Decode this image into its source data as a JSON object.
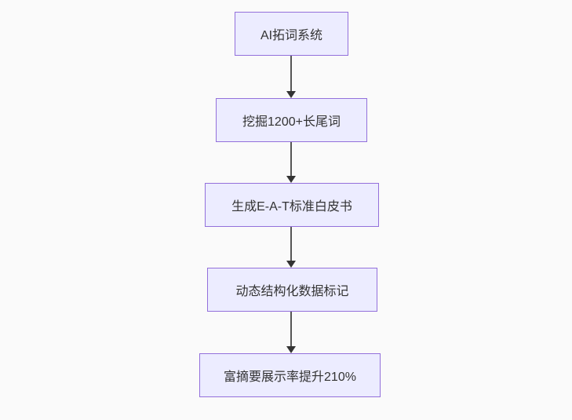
{
  "flowchart": {
    "type": "vertical-flow",
    "nodes": [
      {
        "label": "AI拓词系统"
      },
      {
        "label": "挖掘1200+长尾词"
      },
      {
        "label": "生成E-A-T标准白皮书"
      },
      {
        "label": "动态结构化数据标记"
      },
      {
        "label": "富摘要展示率提升210%"
      }
    ],
    "edges": [
      {
        "from": 0,
        "to": 1
      },
      {
        "from": 1,
        "to": 2
      },
      {
        "from": 2,
        "to": 3
      },
      {
        "from": 3,
        "to": 4
      }
    ],
    "colors": {
      "background": "#fafafa",
      "node_fill": "#ECECFF",
      "node_border": "#9370DB",
      "edge_line": "#555555",
      "arrow_head": "#333333",
      "text": "#333333"
    }
  }
}
